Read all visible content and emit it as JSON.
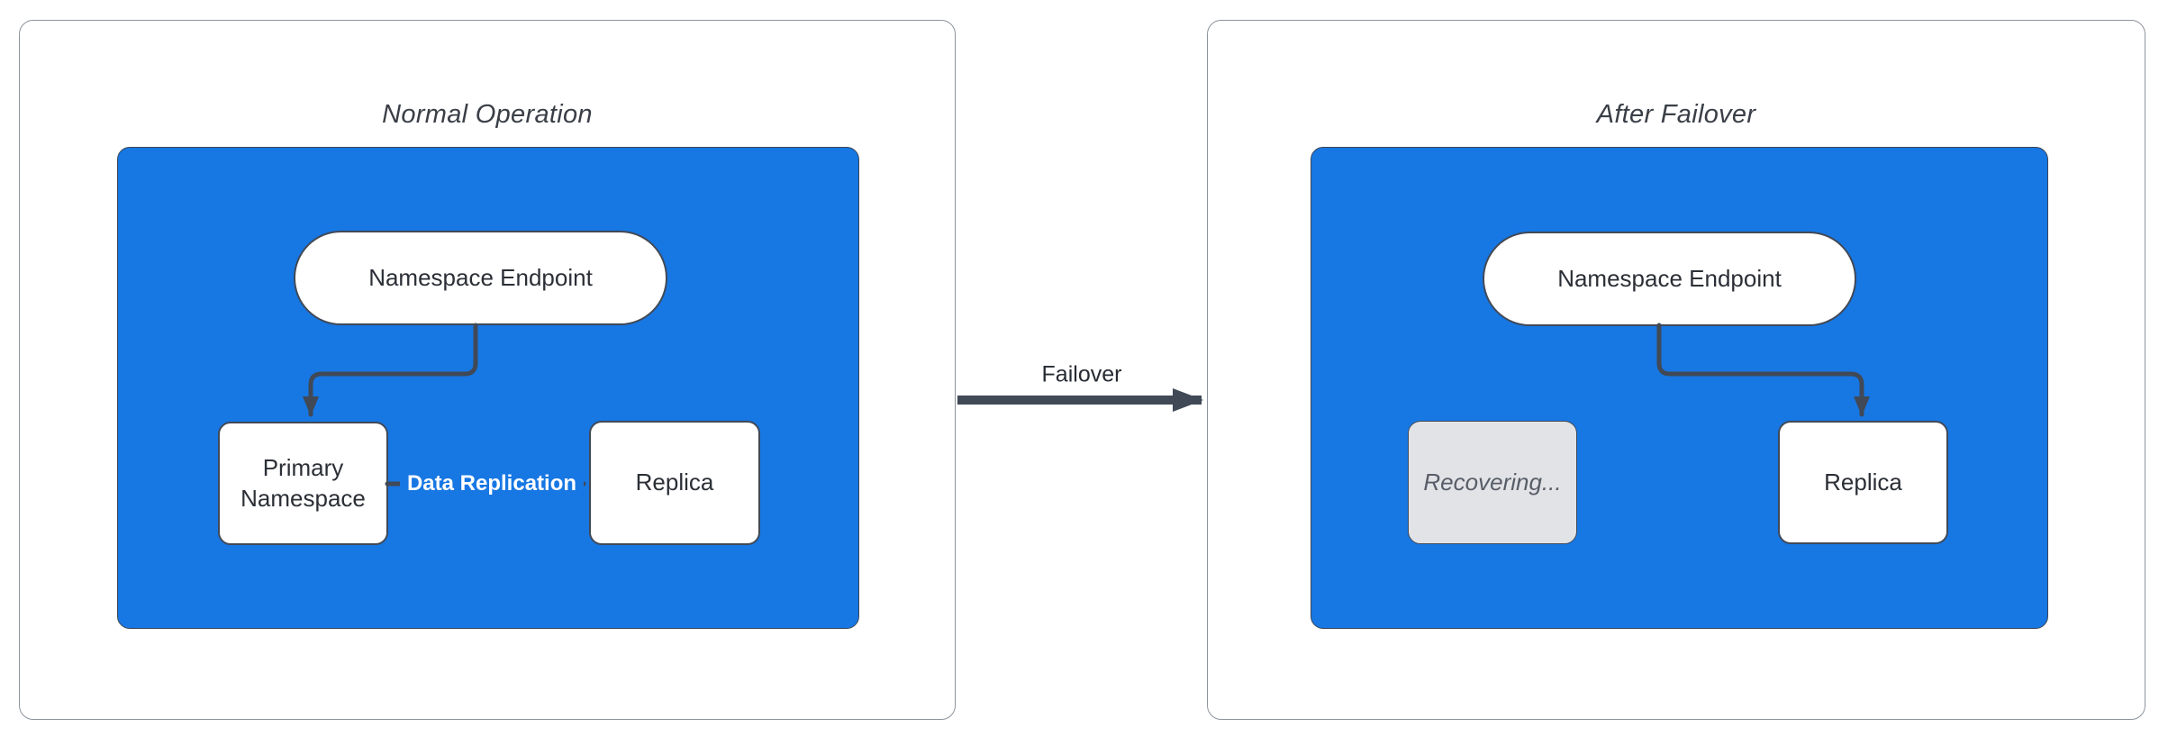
{
  "colors": {
    "container_blue": "#1777E3",
    "line_dark": "#414956",
    "panel_border": "#8D939C",
    "cluster_border": "#3E4754",
    "node_fill": "#FFFFFF",
    "node_border": "#414956",
    "node_text": "#2B2F36",
    "title_text": "#3A3F47",
    "edge_label_on_blue": "#FFFFFF",
    "failover_text": "#262B33",
    "recovering_fill": "#E2E3E6",
    "recovering_text": "#575D68"
  },
  "panels": [
    {
      "title": "Normal Operation",
      "nodes": {
        "endpoint": "Namespace Endpoint",
        "primary": "Primary Namespace",
        "replica": "Replica"
      },
      "edge_label": "Data Replication"
    },
    {
      "title": "After Failover",
      "nodes": {
        "endpoint": "Namespace Endpoint",
        "recovering": "Recovering...",
        "replica": "Replica"
      }
    }
  ],
  "transition": {
    "label": "Failover"
  }
}
